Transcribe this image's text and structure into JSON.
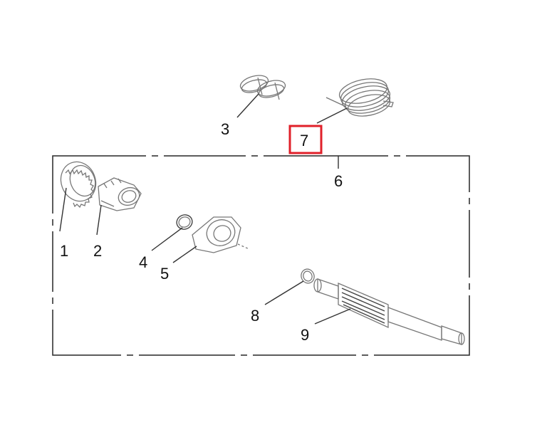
{
  "diagram": {
    "callouts": [
      {
        "id": "1",
        "text": "1"
      },
      {
        "id": "2",
        "text": "2"
      },
      {
        "id": "3",
        "text": "3"
      },
      {
        "id": "4",
        "text": "4"
      },
      {
        "id": "5",
        "text": "5"
      },
      {
        "id": "6",
        "text": "6"
      },
      {
        "id": "7",
        "text": "7"
      },
      {
        "id": "8",
        "text": "8"
      },
      {
        "id": "9",
        "text": "9"
      }
    ],
    "highlight": {
      "callout": "7",
      "color": "#e0202a"
    },
    "colors": {
      "line": "#333333",
      "part": "#777777",
      "background": "#ffffff"
    }
  }
}
